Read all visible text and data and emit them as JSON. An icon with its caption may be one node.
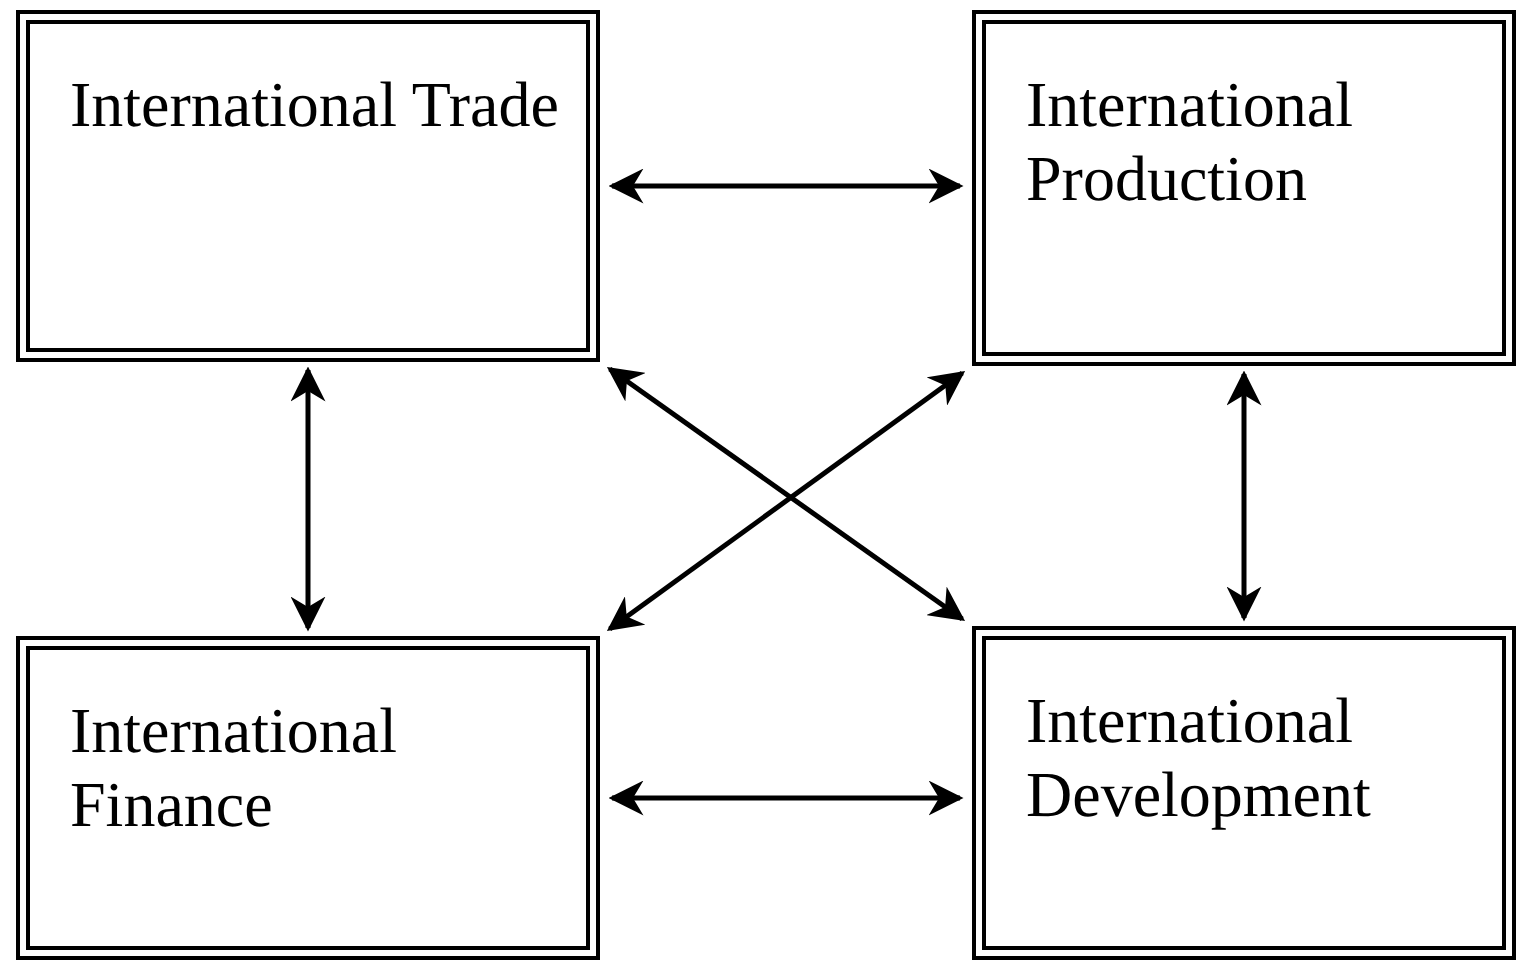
{
  "diagram": {
    "nodes": [
      {
        "text": [
          "International Trade"
        ]
      },
      {
        "text": [
          "International Production"
        ]
      },
      {
        "text": [
          "International Finance"
        ]
      },
      {
        "text": [
          "International Development"
        ]
      }
    ],
    "edges": [
      {
        "from": 0,
        "to": 1,
        "arrow": "both"
      },
      {
        "from": 0,
        "to": 2,
        "arrow": "both"
      },
      {
        "from": 1,
        "to": 3,
        "arrow": "both"
      },
      {
        "from": 2,
        "to": 3,
        "arrow": "both"
      },
      {
        "from": 0,
        "to": 3,
        "arrow": "both"
      },
      {
        "from": 1,
        "to": 2,
        "arrow": "both"
      }
    ]
  }
}
